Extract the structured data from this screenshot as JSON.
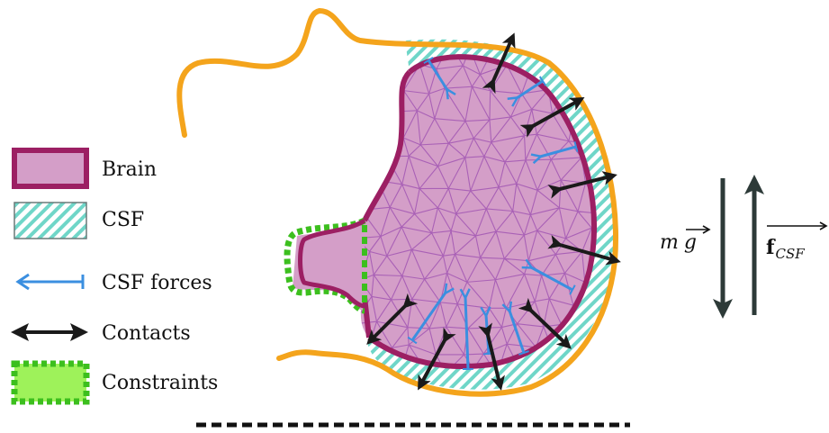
{
  "legend": {
    "brain": "Brain",
    "csf": "CSF",
    "csf_forces": "CSF forces",
    "contacts": "Contacts",
    "constraints": "Constraints"
  },
  "forces": {
    "weight_m": "m",
    "weight_g": "g",
    "buoyancy_f": "f",
    "buoyancy_sub": "CSF"
  },
  "colors": {
    "brain_fill": "#d49ec8",
    "brain_stroke": "#9c1f63",
    "mesh": "#9b4cb0",
    "csf_hatch": "#6fd6c8",
    "skull": "#f4a41c",
    "csf_force": "#3b8fe0",
    "contact": "#1a1a1a",
    "constraint_fill": "#9ef25a",
    "constraint_stroke": "#3cbf1e",
    "force_arrow": "#2d3a38"
  }
}
